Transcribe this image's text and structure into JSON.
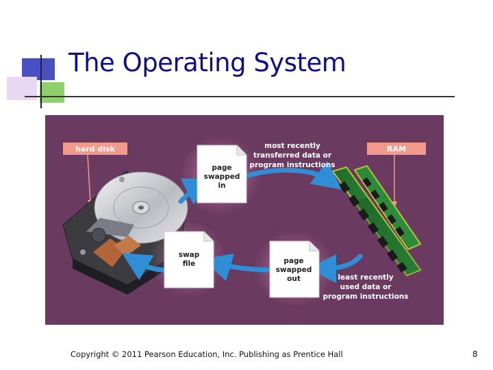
{
  "slide": {
    "title": "The Operating System",
    "footer": "Copyright © 2011 Pearson Education, Inc. Publishing as Prentice Hall",
    "page_number": "8"
  },
  "diagram": {
    "labels": {
      "hard_disk": "hard disk",
      "ram": "RAM"
    },
    "pages": {
      "page_swapped_in": [
        "page",
        "swapped",
        "in"
      ],
      "swap_file": [
        "swap",
        "file"
      ],
      "page_swapped_out": [
        "page",
        "swapped",
        "out"
      ]
    },
    "captions": {
      "most_recent": [
        "most recently",
        "transferred data or",
        "program instructions"
      ],
      "least_recent": [
        "least recently",
        "used data or",
        "program instructions"
      ]
    },
    "colors": {
      "background": "#6a3a60",
      "label_box": "#f29a8c",
      "arrow_blue": "#2f8fd6",
      "page_fill": "#ffffff"
    }
  }
}
